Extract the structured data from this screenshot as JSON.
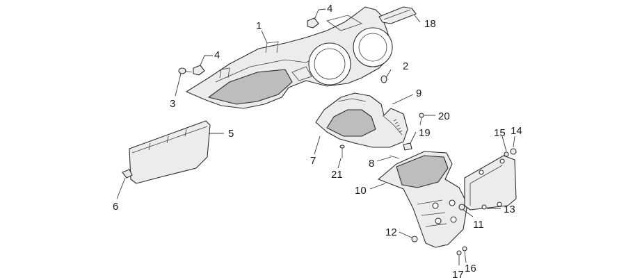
{
  "callouts": {
    "c1": "1",
    "c2": "2",
    "c3": "3",
    "c4a": "4",
    "c4b": "4",
    "c5": "5",
    "c6": "6",
    "c7": "7",
    "c8": "8",
    "c9": "9",
    "c10": "10",
    "c11": "11",
    "c12": "12",
    "c13": "13",
    "c14": "14",
    "c15": "15",
    "c16": "16",
    "c17": "17",
    "c18": "18",
    "c19": "19",
    "c20": "20",
    "c21": "21"
  },
  "colors": {
    "line": "#2a2a2a",
    "fill": "#ececec",
    "shade": "#bdbdbd",
    "background": "#ffffff"
  }
}
